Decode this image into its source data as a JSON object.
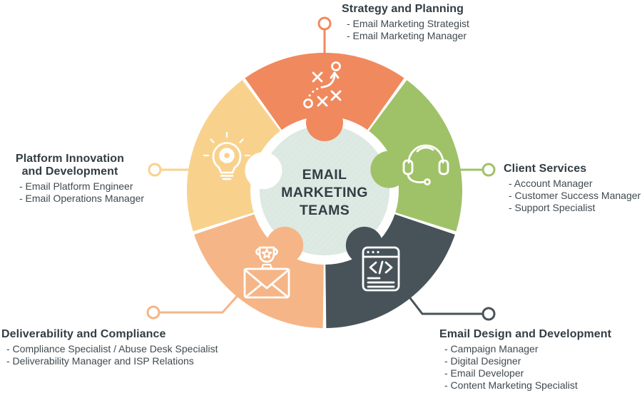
{
  "center": {
    "title": "EMAIL\nMARKETING\nTEAMS",
    "bg": "#DCE8E2",
    "text_color": "#333E44"
  },
  "sections": [
    {
      "id": "strategy-and-planning",
      "title": "Strategy and Planning",
      "roles": [
        "- Email Marketing Strategist",
        "- Email Marketing Manager"
      ],
      "color": "#F0895D",
      "icon": "strategy-playbook-icon"
    },
    {
      "id": "client-services",
      "title": "Client Services",
      "roles": [
        "- Account Manager",
        "- Customer Success Manager",
        "- Support Specialist"
      ],
      "color": "#9FC268",
      "icon": "headset-icon"
    },
    {
      "id": "email-design-and-development",
      "title": "Email Design and Development",
      "roles": [
        "- Campaign Manager",
        "- Digital Designer",
        "- Email Developer",
        "- Content Marketing Specialist"
      ],
      "color": "#485359",
      "icon": "code-window-icon"
    },
    {
      "id": "deliverability-and-compliance",
      "title": "Deliverability and Compliance",
      "roles": [
        "- Compliance Specialist / Abuse Desk Specialist",
        "- Deliverability Manager and ISP Relations"
      ],
      "color": "#F5B586",
      "icon": "envelope-award-icon"
    },
    {
      "id": "platform-innovation-and-development",
      "title": "Platform Innovation\nand Development",
      "roles": [
        "- Email Platform Engineer",
        "- Email Operations Manager"
      ],
      "color": "#F8D28D",
      "icon": "lightbulb-gear-icon"
    }
  ]
}
